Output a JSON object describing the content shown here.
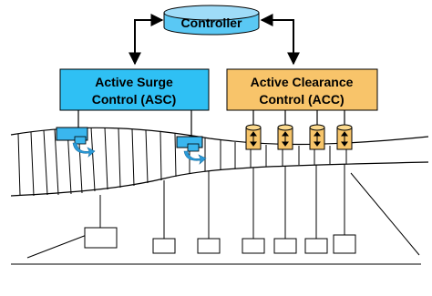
{
  "diagram": {
    "controller": {
      "label": "Controller",
      "color_top": "#9fdcf8",
      "color_body": "#5ac8f4"
    },
    "asc": {
      "line1": "Active Surge",
      "line2": "Control (ASC)",
      "color": "#2fc0f4"
    },
    "acc": {
      "line1": "Active Clearance",
      "line2": "Control (ACC)",
      "color": "#f8c46a"
    },
    "colors": {
      "actuator_blue": "#3ab6ee",
      "actuator_blue_arrow": "#2a9ad8",
      "cylinder_gold": "#f7c56a",
      "line": "#000000"
    }
  }
}
